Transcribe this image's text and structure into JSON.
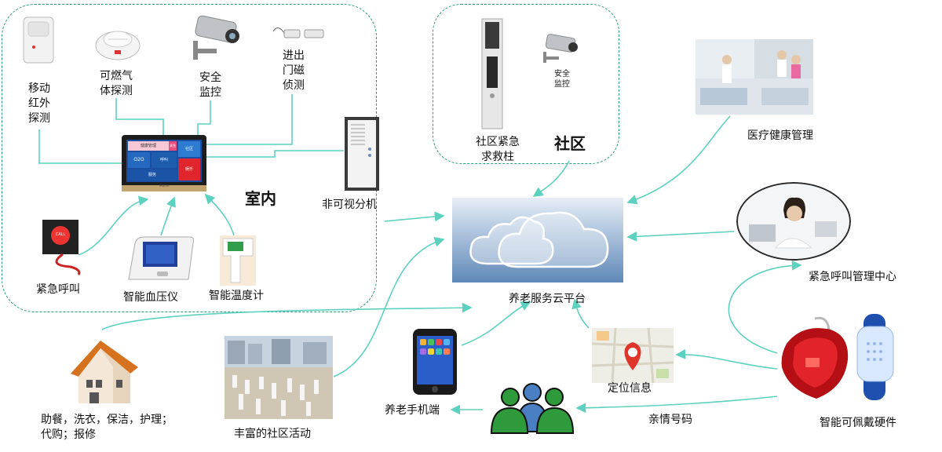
{
  "regions": {
    "indoor": "室内",
    "community": "社区"
  },
  "indoor": {
    "motion_sensor": [
      "移动",
      "红外",
      "探测"
    ],
    "gas_detector": [
      "可燃气",
      "体探测"
    ],
    "security_camera": [
      "安全",
      "监控"
    ],
    "door_sensor": [
      "进出",
      "门磁",
      "侦测"
    ],
    "panel_tiles": [
      "健康管理",
      "紧急",
      "呼叫",
      "O2O",
      "服务",
      "娱乐",
      "社区"
    ],
    "panel_brand": "iHome",
    "intercom": "非可视分机",
    "emergency_call": "紧急呼叫",
    "emergency_button_text": "CALL",
    "blood_pressure": "智能血压仪",
    "thermometer": "智能温度计"
  },
  "community": {
    "sos_pillar": [
      "社区紧急",
      "求救柱"
    ],
    "camera": [
      "安全",
      "监控"
    ]
  },
  "center": {
    "cloud_platform": "养老服务云平台"
  },
  "right": {
    "medical": "医疗健康管理",
    "call_center": "紧急呼叫管理中心",
    "wearable": "智能可佩戴硬件"
  },
  "bottom": {
    "services": [
      "助餐，洗衣，保洁，护理；",
      "代购；报修"
    ],
    "activities": "丰富的社区活动",
    "mobile_app": "养老手机端",
    "location": "定位信息",
    "family": "亲情号码"
  },
  "colors": {
    "dashed_border": "#2a9d7f",
    "connector": "#5dd1bf",
    "cloud_bg": "#5f88b8",
    "family_green": "#2f9a3c",
    "family_blue": "#4a7fc4",
    "map_pin": "#e0352b"
  }
}
